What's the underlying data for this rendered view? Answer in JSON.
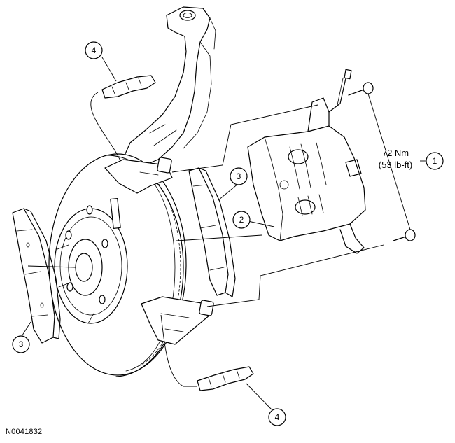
{
  "callouts": {
    "c1": "1",
    "c2": "2",
    "c3_upper": "3",
    "c3_lower": "3",
    "c4_upper": "4",
    "c4_lower": "4"
  },
  "torque": {
    "metric": "72 Nm",
    "imperial": "(53 lb-ft)"
  },
  "figure_id": "N0041832"
}
